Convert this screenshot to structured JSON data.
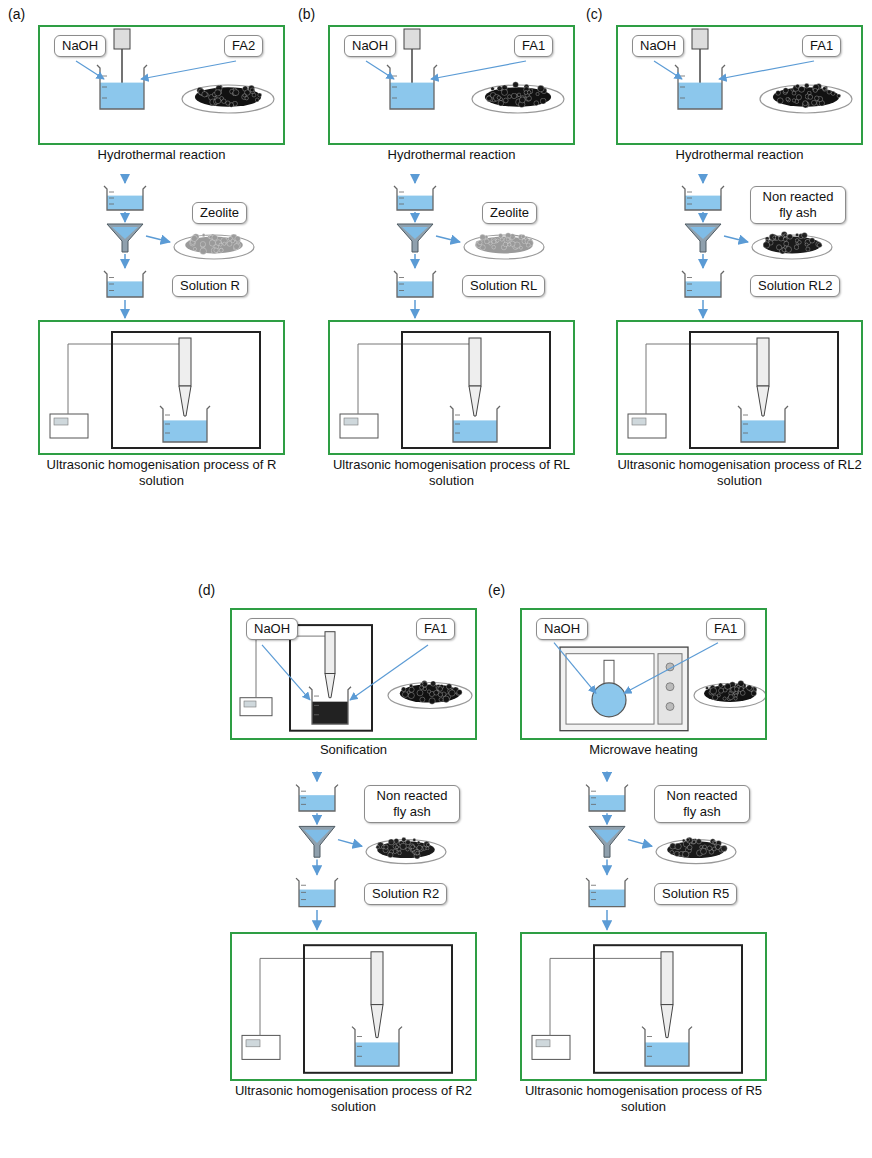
{
  "diagram": {
    "nodes": [
      {
        "text": [
          "Hydrothermal reaction"
        ]
      },
      {
        "text": [
          "NaOH"
        ],
        "in": 0
      },
      {
        "text": [
          "FA2"
        ],
        "in": 0
      },
      {
        "text": [
          "Zeolite"
        ]
      },
      {
        "text": [
          "Solution R"
        ]
      },
      {
        "text": [
          "Ultrasonic homogenisation process of R solution"
        ]
      },
      {
        "text": [
          "Hydrothermal reaction"
        ]
      },
      {
        "text": [
          "NaOH"
        ],
        "in": 6
      },
      {
        "text": [
          "FA1"
        ],
        "in": 6
      },
      {
        "text": [
          "Zeolite"
        ]
      },
      {
        "text": [
          "Solution RL"
        ]
      },
      {
        "text": [
          "Ultrasonic homogenisation process of RL solution"
        ]
      },
      {
        "text": [
          "Hydrothermal reaction"
        ]
      },
      {
        "text": [
          "NaOH"
        ],
        "in": 12
      },
      {
        "text": [
          "FA1"
        ],
        "in": 12
      },
      {
        "text": [
          "Non reacted fly ash"
        ]
      },
      {
        "text": [
          "Solution RL2"
        ]
      },
      {
        "text": [
          "Ultrasonic homogenisation process of RL2 solution"
        ]
      },
      {
        "text": [
          "Sonification"
        ]
      },
      {
        "text": [
          "NaOH"
        ],
        "in": 18
      },
      {
        "text": [
          "FA1"
        ],
        "in": 18
      },
      {
        "text": [
          "Non reacted fly ash"
        ]
      },
      {
        "text": [
          "Solution R2"
        ]
      },
      {
        "text": [
          "Ultrasonic homogenisation process of R2 solution"
        ]
      },
      {
        "text": [
          "Microwave heating"
        ]
      },
      {
        "text": [
          "NaOH"
        ],
        "in": 24
      },
      {
        "text": [
          "FA1"
        ],
        "in": 24
      },
      {
        "text": [
          "Non reacted fly ash"
        ]
      },
      {
        "text": [
          "Solution R5"
        ]
      },
      {
        "text": [
          "Ultrasonic homogenisation process of R5 solution"
        ]
      }
    ],
    "labels": [
      "(a)",
      "(b)",
      "(c)",
      "(d)",
      "(e)"
    ]
  }
}
